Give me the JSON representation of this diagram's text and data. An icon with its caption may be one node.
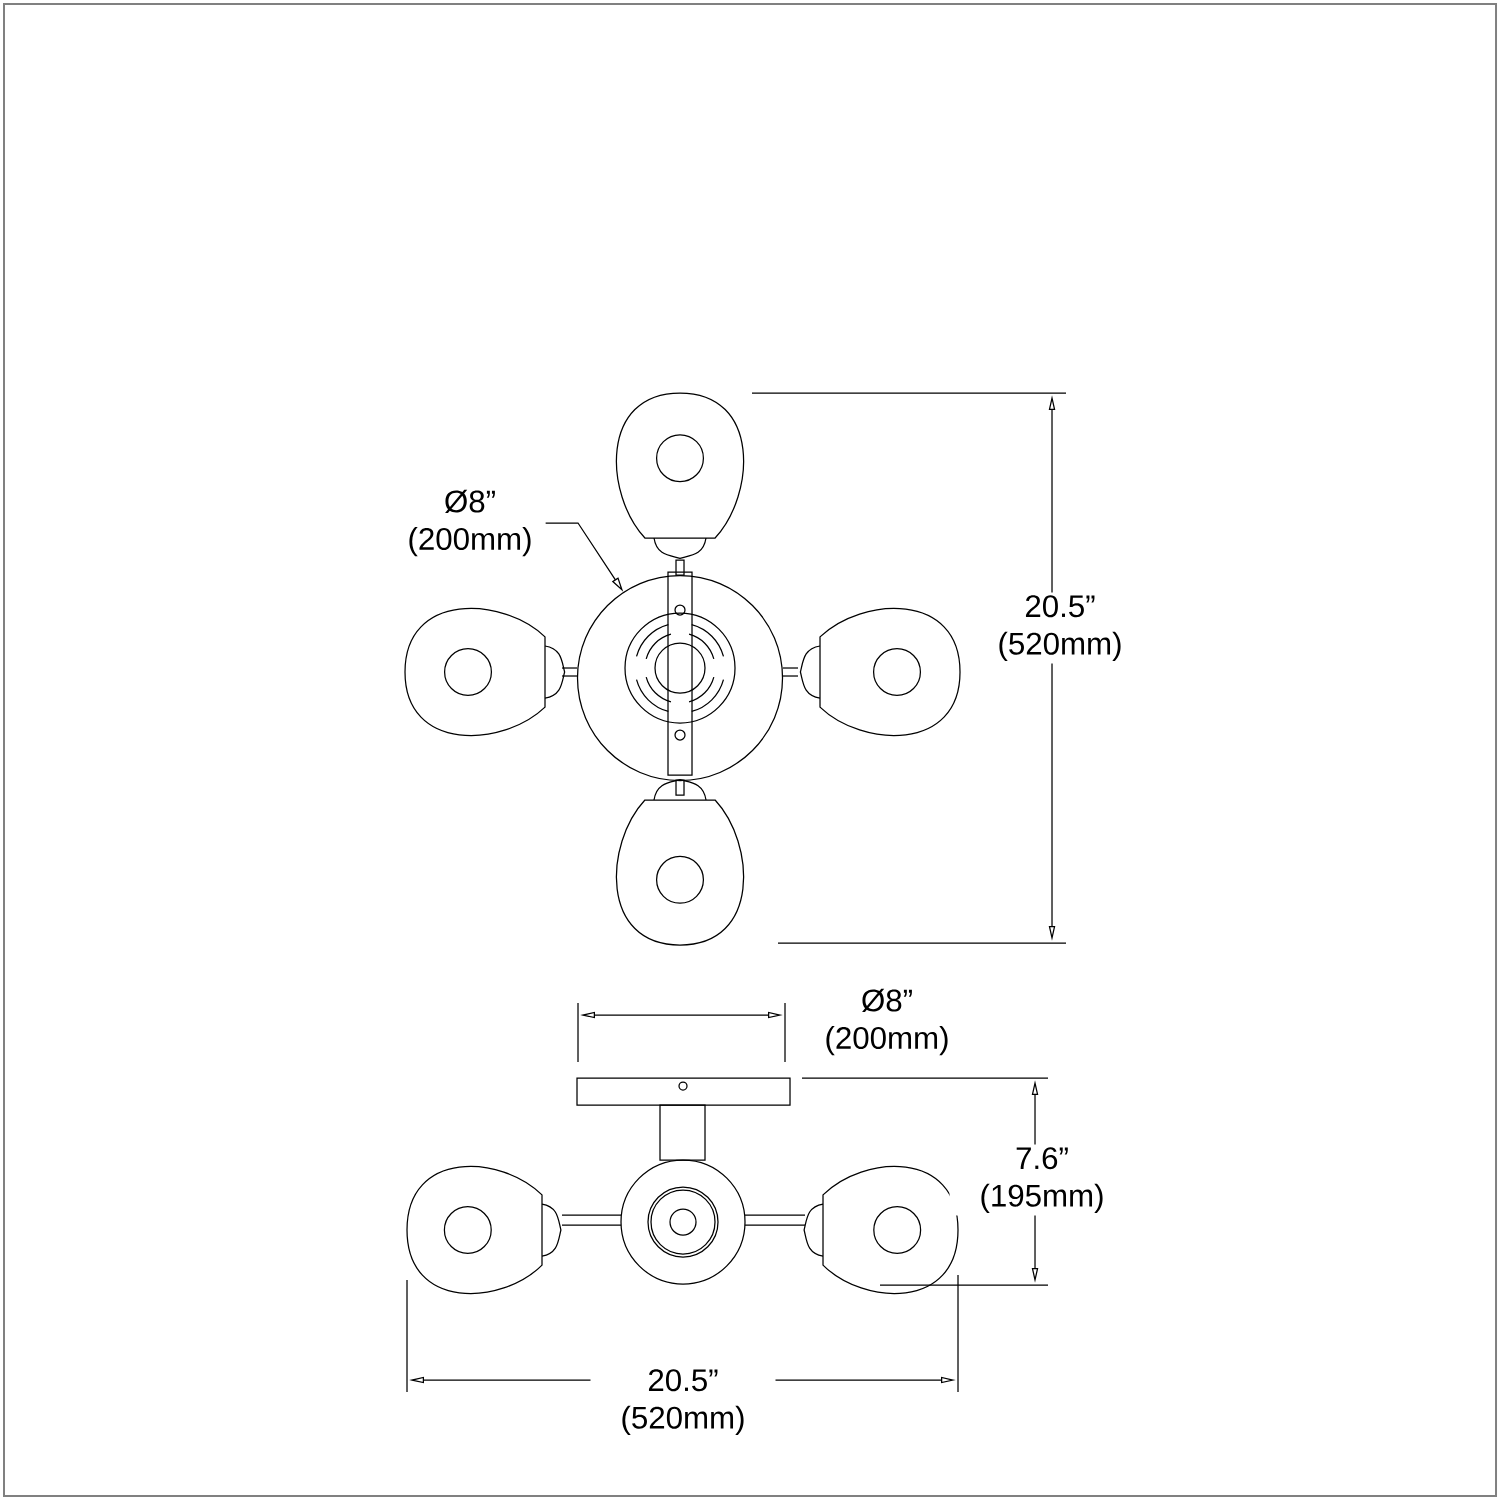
{
  "diagram": {
    "nodes": [
      {
        "text": [
          "Ø8” (200mm)"
        ]
      },
      {
        "text": [],
        "shape": "circle"
      }
    ],
    "edges": [
      {
        "from": 0,
        "to": 1,
        "arrow": "to"
      }
    ],
    "labels": [
      "20.5” (520mm)",
      "Ø8” (200mm)",
      "7.6” (195mm)",
      "20.5” (520mm)"
    ]
  }
}
